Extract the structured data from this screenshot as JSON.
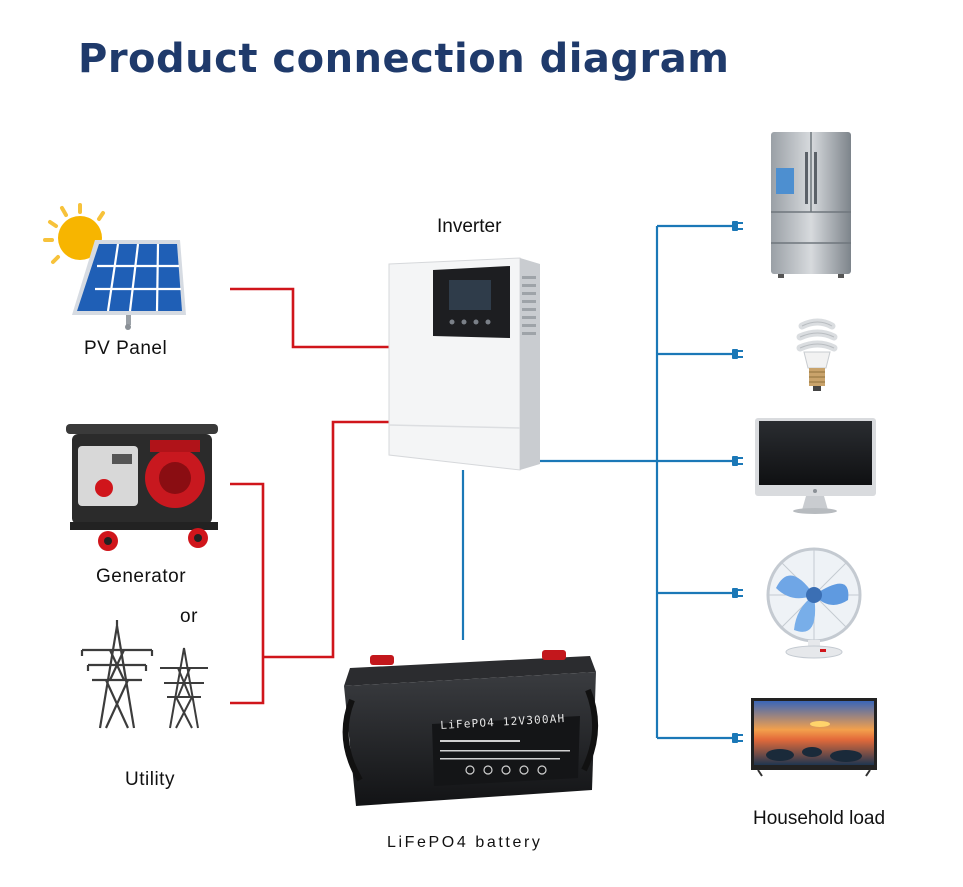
{
  "title": "Product connection diagram",
  "labels": {
    "pv_panel": "PV Panel",
    "generator": "Generator",
    "or": "or",
    "utility": "Utility",
    "inverter": "Inverter",
    "battery": "LiFePO4 battery",
    "household_load": "Household load"
  },
  "battery_printed": {
    "model": "LiFePO4 12V300AH"
  },
  "loads": [
    {
      "icon": "refrigerator-icon"
    },
    {
      "icon": "light-bulb-icon"
    },
    {
      "icon": "computer-monitor-icon"
    },
    {
      "icon": "desk-fan-icon"
    },
    {
      "icon": "television-icon"
    }
  ],
  "colors": {
    "title": "#1f3a6b",
    "ac_input_wire": "#d0151b",
    "output_wire": "#1b78b7",
    "inverter_body": "#f4f5f6",
    "battery_body": "#1c1d1f"
  }
}
